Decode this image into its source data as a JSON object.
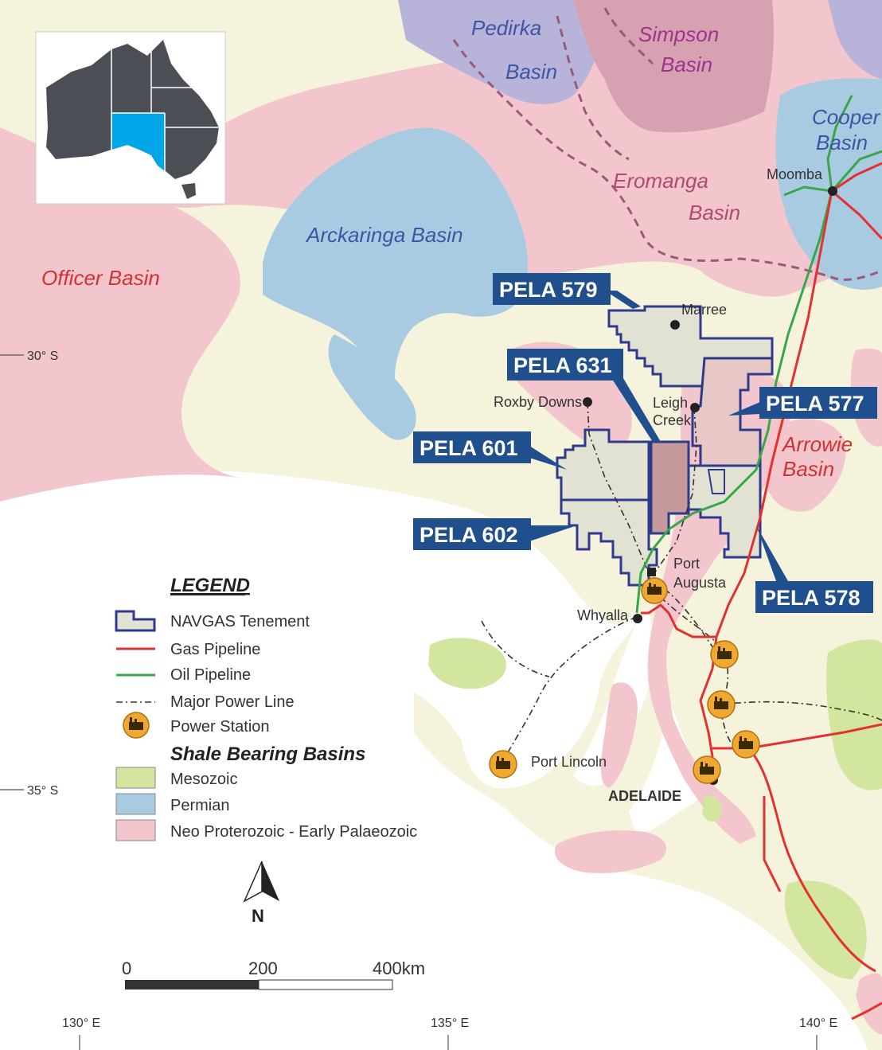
{
  "map": {
    "colors": {
      "land": "#f6f3dc",
      "sea": "#ffffff",
      "neoproterozoic": "#f2c6cc",
      "permian": "#a9cbe1",
      "mesozoic": "#d2e6a0",
      "tenement_fill": "#e2e2d3",
      "tenement_stroke": "#2e3a8c",
      "pela631_fill": "#c69a9c",
      "gas_pipeline": "#e3312f",
      "oil_pipeline": "#3aa64a",
      "label_box": "#1f4f8c",
      "power_station": "#f0a830"
    },
    "basins": [
      {
        "name": "Pedirka",
        "color": "#3b56a5"
      },
      {
        "name": "Basin",
        "color": "#3b56a5"
      },
      {
        "name": "Simpson",
        "color": "#a2318f"
      },
      {
        "name": "Basin",
        "color": "#a2318f"
      },
      {
        "name": "Cooper",
        "color": "#3b56a5"
      },
      {
        "name": "Basin",
        "color": "#3b56a5"
      },
      {
        "name": "Eromanga",
        "color": "#b04a6e"
      },
      {
        "name": "Basin",
        "color": "#b04a6e"
      },
      {
        "name": "Arckaringa  Basin",
        "color": "#3b56a5"
      },
      {
        "name": "Officer  Basin",
        "color": "#d2322f"
      },
      {
        "name": "Arrowie",
        "color": "#d2322f"
      },
      {
        "name": "Basin",
        "color": "#d2322f"
      }
    ],
    "tenement_labels": [
      "PELA 579",
      "PELA 631",
      "PELA 577",
      "PELA 601",
      "PELA 602",
      "PELA 578"
    ],
    "towns": {
      "moomba": "Moomba",
      "marree": "Marree",
      "leigh": "Leigh",
      "creek": "Creek",
      "roxby": "Roxby Downs",
      "port": "Port",
      "augusta": "Augusta",
      "whyalla": "Whyalla",
      "port_lincoln": "Port  Lincoln",
      "adelaide": "ADELAIDE"
    },
    "latitudes": [
      "30° S",
      "35° S"
    ],
    "longitudes": [
      "130° E",
      "135° E",
      "140° E"
    ],
    "north_label": "N"
  },
  "legend": {
    "title": "LEGEND",
    "items": [
      "NAVGAS Tenement",
      "Gas Pipeline",
      "Oil Pipeline",
      "Major Power Line",
      "Power Station"
    ],
    "shale_title": "Shale Bearing Basins",
    "shale_items": [
      "Mesozoic",
      "Permian",
      "Neo Proterozoic - Early Palaeozoic"
    ]
  },
  "scale_bar": {
    "ticks": [
      "0",
      "200",
      "400km"
    ]
  }
}
